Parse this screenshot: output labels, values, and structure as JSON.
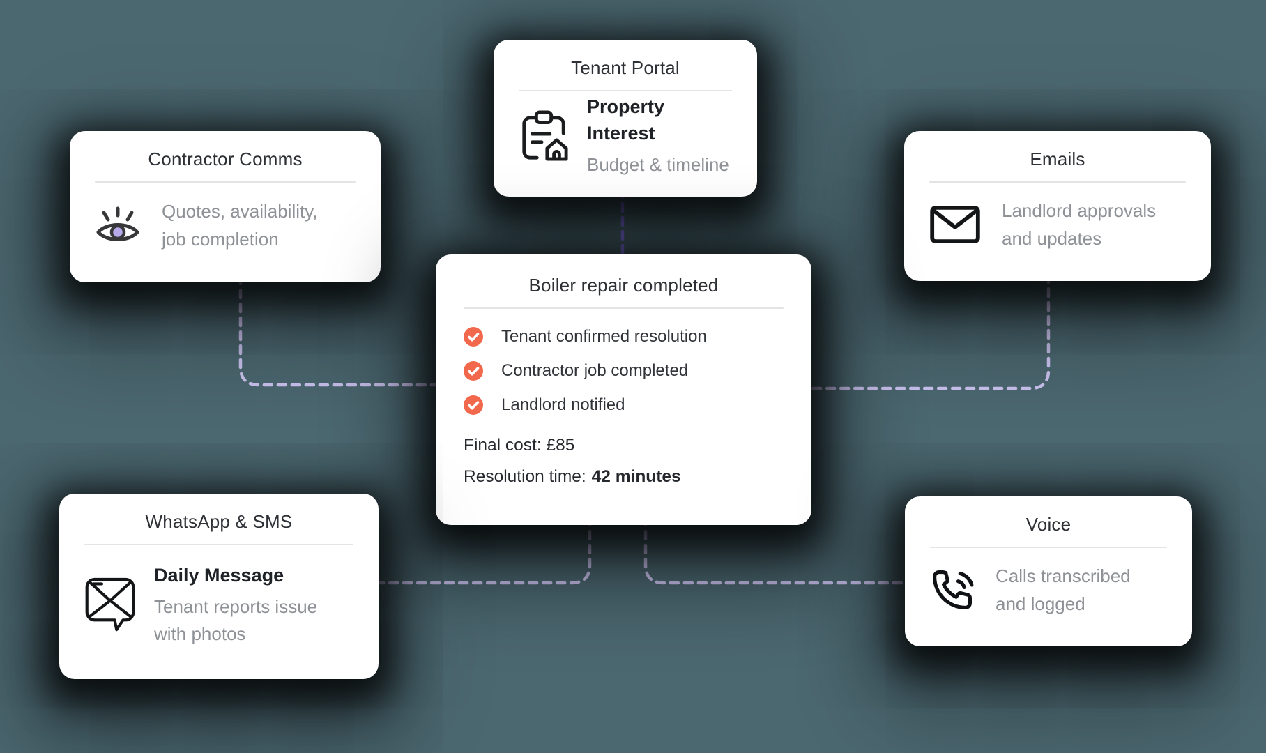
{
  "background_color": "#4B6770",
  "connectors": {
    "color": "#CBC3F0",
    "accent_color": "#8577E9"
  },
  "cards": {
    "contractor_comms": {
      "title": "Contractor Comms",
      "icon": "eye-icon",
      "line1": "Quotes, availability,",
      "line2": "job completion"
    },
    "tenant_portal": {
      "title": "Tenant Portal",
      "icon": "clipboard-house-icon",
      "heading": "Property Interest",
      "subheading": "Budget & timeline"
    },
    "emails": {
      "title": "Emails",
      "icon": "envelope-icon",
      "line1": "Landlord approvals",
      "line2": "and updates"
    },
    "boiler": {
      "title": "Boiler repair completed",
      "check_color": "#F2684C",
      "items": [
        "Tenant confirmed resolution",
        "Contractor job completed",
        "Landlord notified"
      ],
      "final_cost": "Final cost: £85",
      "resolution_label": "Resolution time:",
      "resolution_value": "42 minutes"
    },
    "whatsapp_sms": {
      "title": "WhatsApp & SMS",
      "icon": "message-envelope-icon",
      "heading": "Daily Message",
      "line1": "Tenant reports issue",
      "line2": "with photos"
    },
    "voice": {
      "title": "Voice",
      "icon": "phone-call-icon",
      "line1": "Calls transcribed",
      "line2": "and logged"
    }
  }
}
